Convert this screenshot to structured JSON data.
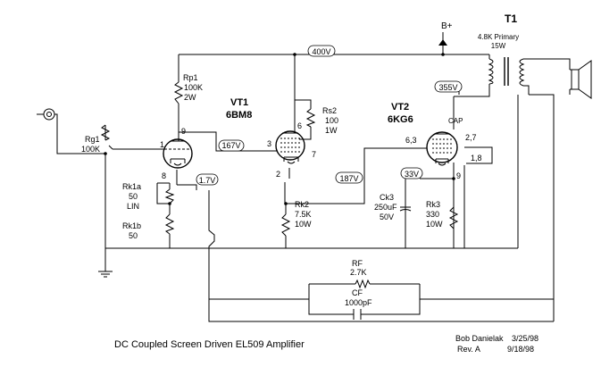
{
  "supply": {
    "b_plus": "B+"
  },
  "transformer": {
    "ref": "T1",
    "line1": "4.8K Primary",
    "line2": "15W"
  },
  "tube1": {
    "ref": "VT1",
    "type": "6BM8",
    "pin_grid": "1",
    "pin_cathode": "8",
    "pin_anode": "9",
    "pin_g1": "3",
    "pin_g2": "6",
    "pin_k": "2",
    "pin_g3": "7"
  },
  "tube2": {
    "ref": "VT2",
    "type": "6KG6",
    "pin_g": "6,3",
    "pin_cap": "CAP",
    "pin_a": "2,7",
    "pin_k": "1,8",
    "pin_g2": "9"
  },
  "parts": {
    "rg1": [
      "Rg1",
      "100K"
    ],
    "rp1": [
      "Rp1",
      "100K",
      "2W"
    ],
    "rs2": [
      "Rs2",
      "100",
      "1W"
    ],
    "rk1a": [
      "Rk1a",
      "50",
      "LIN"
    ],
    "rk1b": [
      "Rk1b",
      "50"
    ],
    "rk2": [
      "Rk2",
      "7.5K",
      "10W"
    ],
    "ck3": [
      "Ck3",
      "250uF",
      "50V"
    ],
    "rk3": [
      "Rk3",
      "330",
      "10W"
    ],
    "rf": [
      "RF",
      "2.7K"
    ],
    "cf": [
      "CF",
      "1000pF"
    ]
  },
  "voltages": {
    "v400": "400V",
    "v355": "355V",
    "v167": "167V",
    "v187": "187V",
    "v33": "33V",
    "v17": "1.7V"
  },
  "title": "DC Coupled Screen Driven EL509 Amplifier",
  "credit": {
    "author": "Bob Danielak",
    "date": "3/25/98",
    "rev": "Rev. A",
    "rev_date": "9/18/98"
  }
}
